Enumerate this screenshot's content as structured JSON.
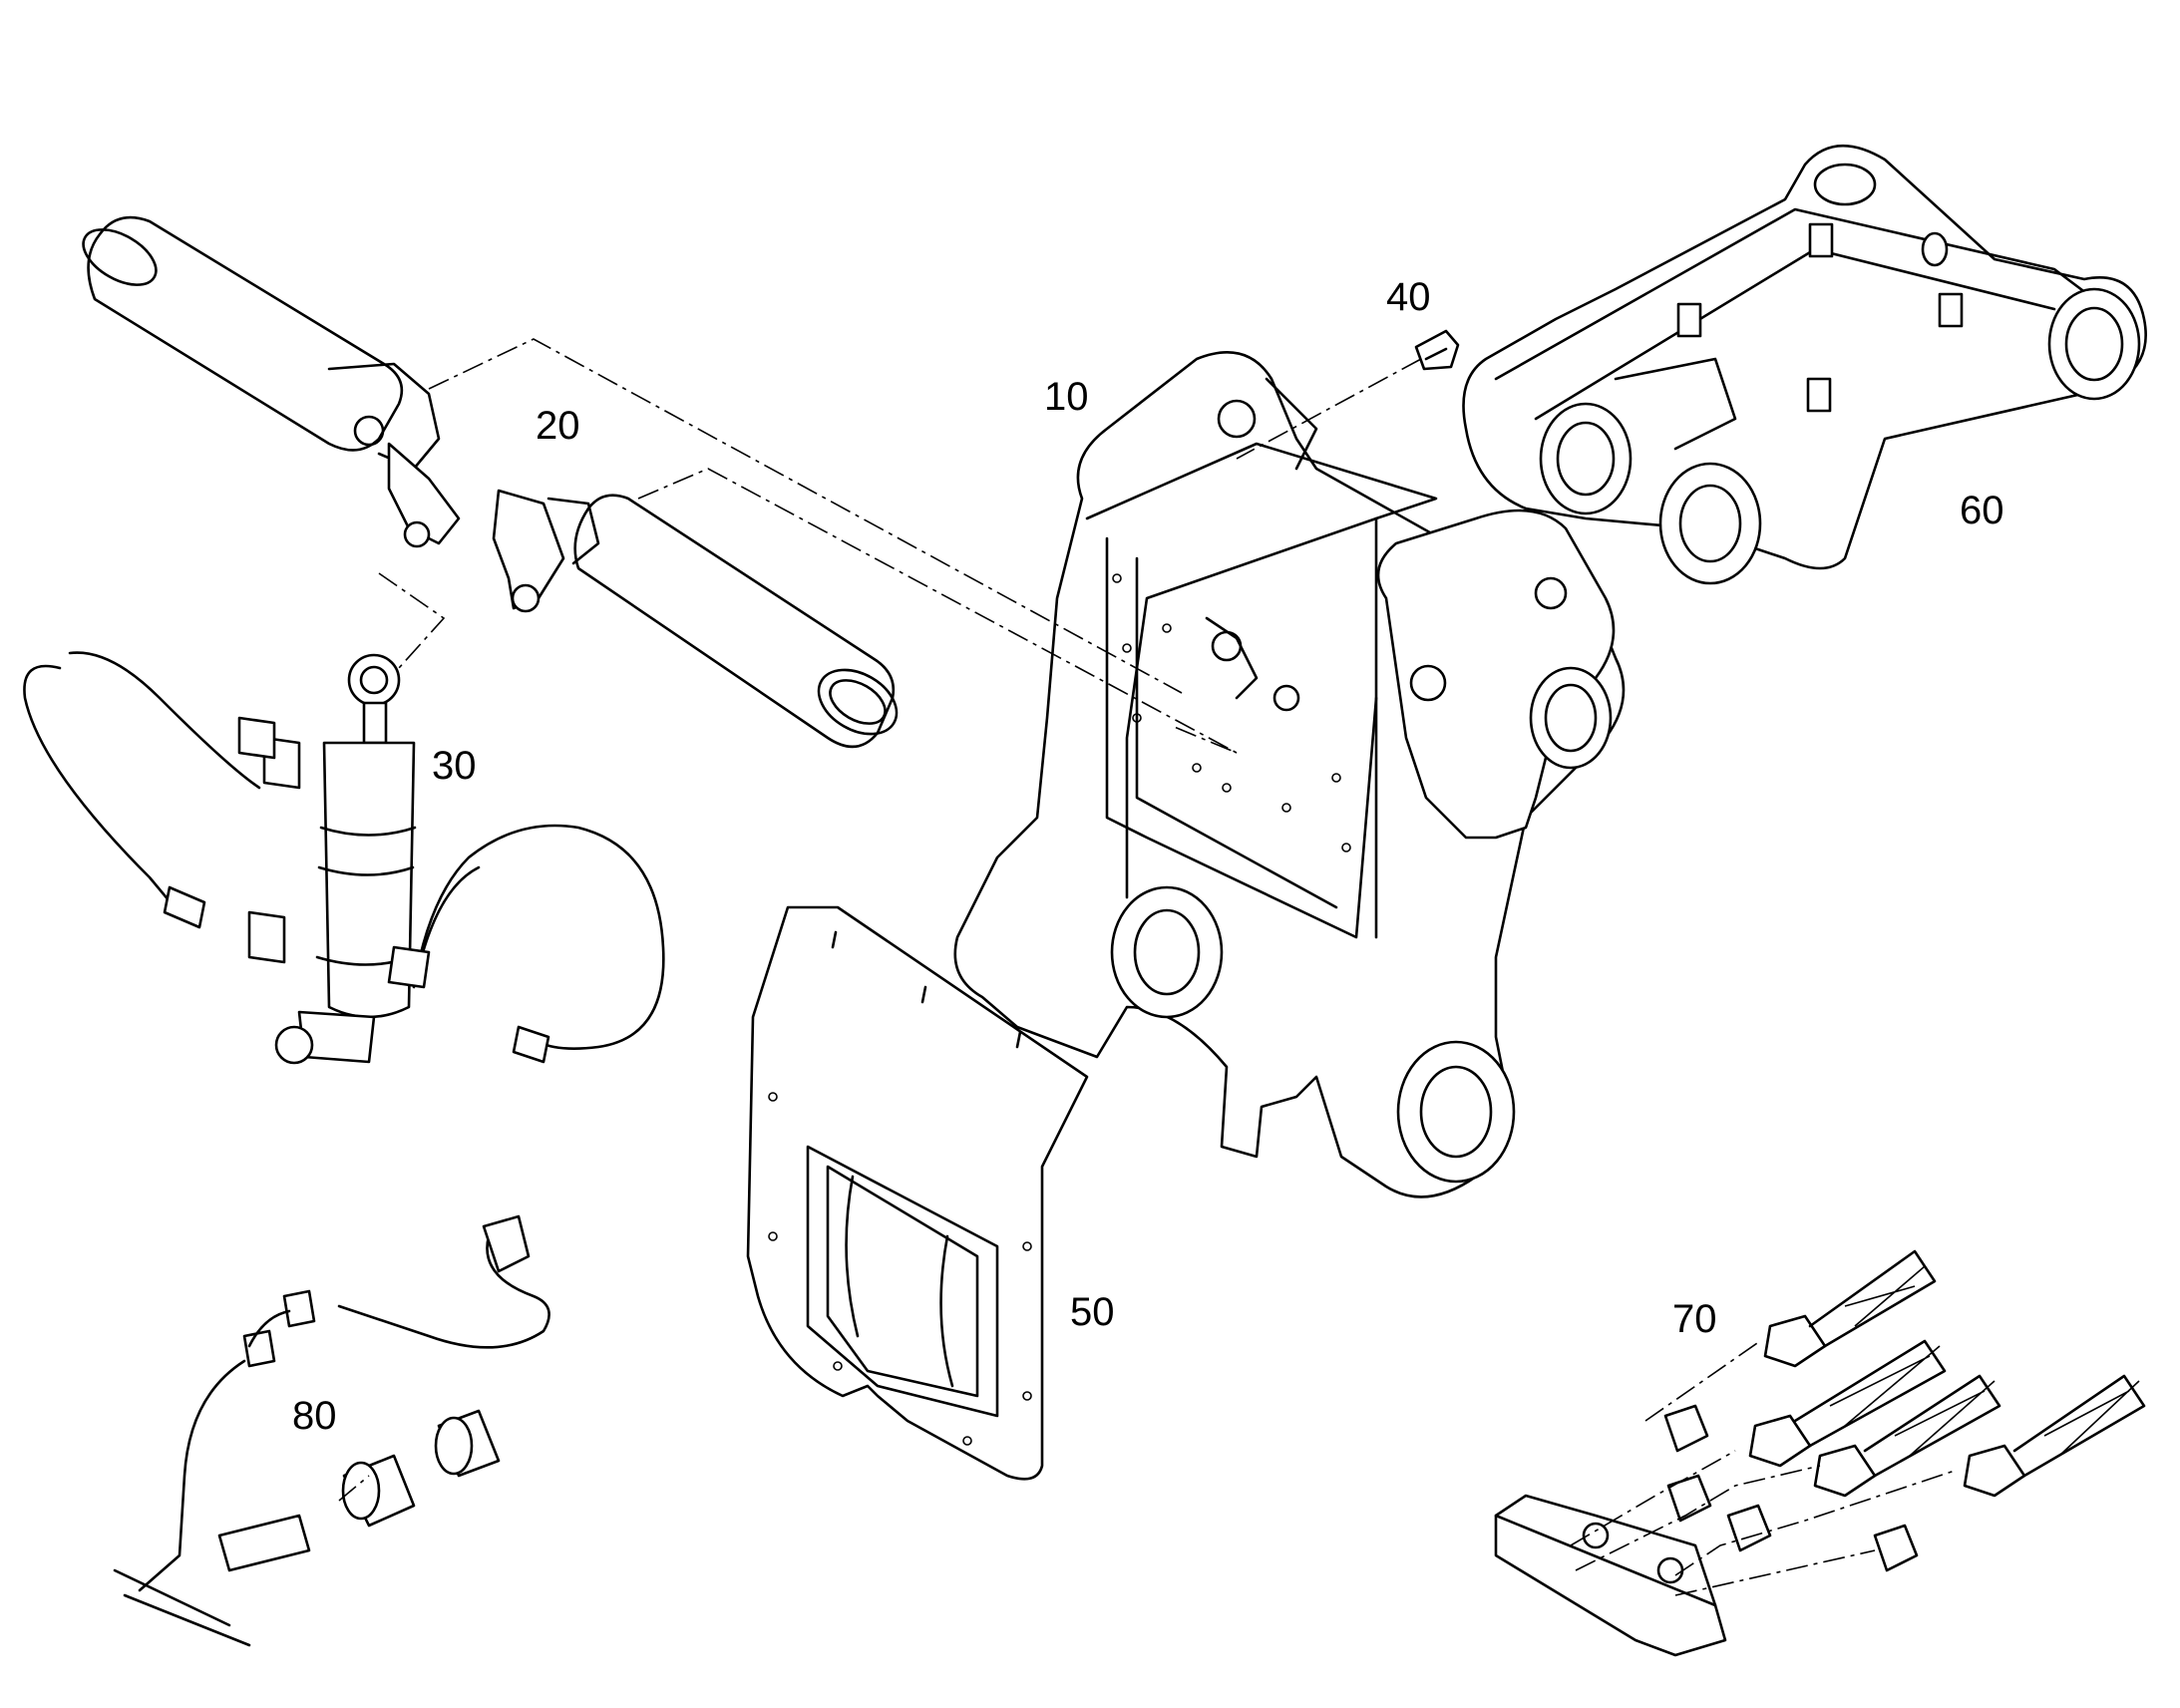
{
  "diagram": {
    "background": "#ffffff",
    "line_color": "#000000",
    "callouts": {
      "frame": "10",
      "cylinder_arm": "20",
      "hydraulic_cylinder": "30",
      "fitting": "40",
      "plate": "50",
      "link": "60",
      "hoses_block": "70",
      "sensor": "80"
    }
  }
}
